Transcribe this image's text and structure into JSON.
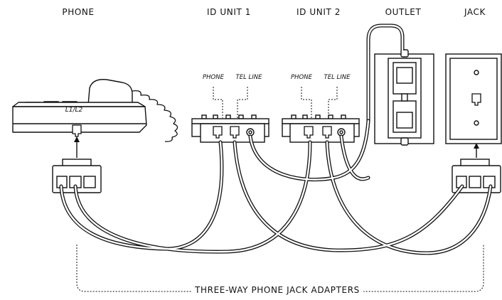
{
  "headers": {
    "phone": "PHONE",
    "id_unit_1": "ID UNIT 1",
    "id_unit_2": "ID UNIT 2",
    "outlet": "OUTLET",
    "jack": "JACK"
  },
  "port_labels": {
    "unit1_phone": "PHONE",
    "unit1_tel_line": "TEL LINE",
    "unit2_phone": "PHONE",
    "unit2_tel_line": "TEL LINE"
  },
  "phone_line_label": "L1/L2",
  "caption": "THREE-WAY PHONE JACK ADAPTERS"
}
